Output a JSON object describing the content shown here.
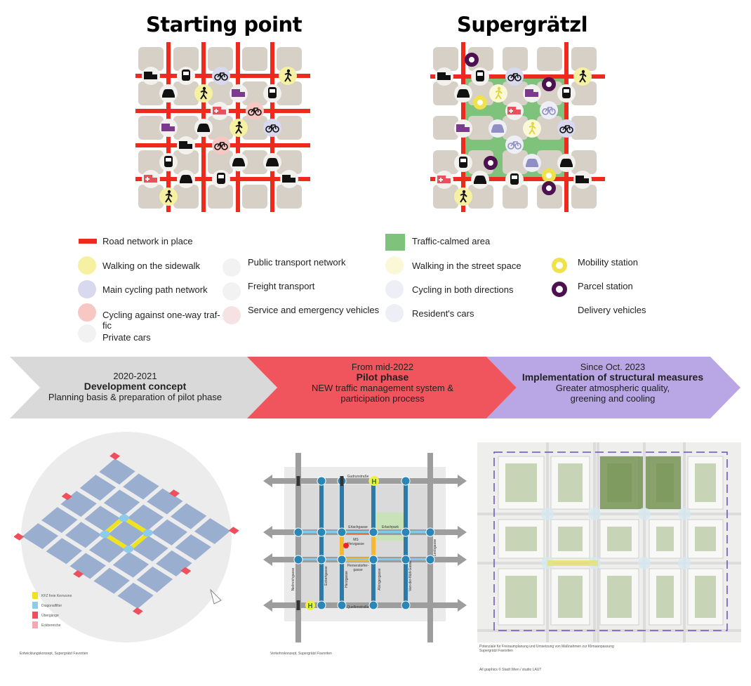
{
  "titles": {
    "left": "Starting point",
    "right": "Supergrätzl"
  },
  "legend": {
    "road": "Road network in place",
    "walk": "Walking on the sidewalk",
    "bike_main": "Main cycling path network",
    "bike_against": "Cycling against one-way traf-\nfic",
    "car": "Private cars",
    "bus": "Public transport network",
    "truck": "Freight transport",
    "emergency": "Service and emergency vehicles",
    "calmed": "Traffic-calmed area",
    "walk_street": "Walking in the street space",
    "bike_both": "Cycling in both directions",
    "resident_car": "Resident's cars",
    "mobility": "Mobility station",
    "parcel": "Parcel station",
    "delivery": "Delivery vehicles"
  },
  "phases": [
    {
      "date": "2020-2021",
      "name": "Development concept",
      "desc": "Planning basis & preparation of pilot phase",
      "color": "#d9d9d9"
    },
    {
      "date": "From mid-2022",
      "name": "Pilot phase",
      "desc": "NEW traffic management system & participation process",
      "color": "#f0555e"
    },
    {
      "date": "Since Oct. 2023",
      "name": "Implementation of structural measures",
      "desc": "Greater atmospheric quality, greening and cooling",
      "color": "#b9a6e4"
    }
  ],
  "colors": {
    "road": "#ee2a1f",
    "block": "#d6d0c6",
    "green": "#7ec27c",
    "walk": "#f6f1a0",
    "bike_main": "#d8d8ee",
    "bike_against": "#f7c7c3",
    "emergency": "#e9505a",
    "delivery": "#7a3a8e",
    "parcel": "#4e1150",
    "mobility": "#efe24a",
    "resident": "#8f8fc4"
  },
  "concept_map": {
    "legend": [
      "KFZ freie Kernzone",
      "Diagonalfilter",
      "Übergänge",
      "Eckbereiche"
    ],
    "legend_colors": [
      "#efe31f",
      "#8ccbea",
      "#ef4e5c",
      "#f4a9b2"
    ],
    "caption": "Entwicklungskonzept, Supergrätzl Favoriten"
  },
  "traffic_map": {
    "streets": {
      "gudrun": "Gudrunstraße",
      "erlach": "Erlachgasse",
      "park": "Erlachpark",
      "school": "MS\nHerzgasse",
      "perner": "Pernerstorfer-\ngasse",
      "quellen": "Quellenstraße",
      "neilreich": "Neilreichgasse",
      "eckert": "Eckertgasse",
      "herz": "Herzgasse",
      "alxinger": "Alxingergasse",
      "vdn": "Van-der-Nüll-Gasse",
      "leeb": "Leebgasse"
    },
    "stop_label": "H",
    "caption": "Verkehrskonzept, Supergrätzl Favoriten"
  },
  "plan_map": {
    "caption": "Potenziale für Freiraumplanung und Umsetzung von Maßnahmen zur Klimaanpassung\nSupergrätzl Favoriten",
    "credit": "All graphics © Stadt Wien / studio LAUT"
  }
}
